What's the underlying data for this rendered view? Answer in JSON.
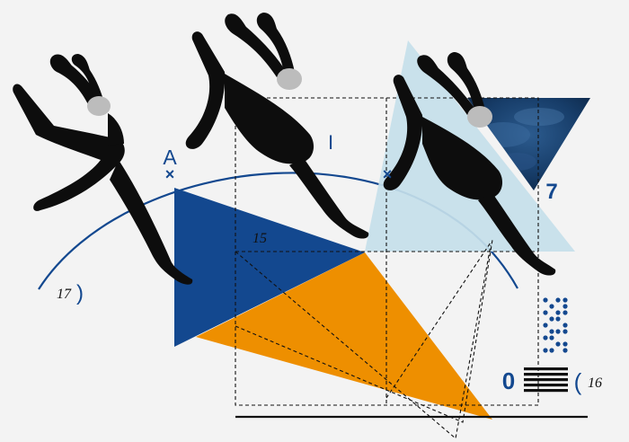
{
  "colors": {
    "background": "#f3f3f3",
    "blue": "#13488f",
    "light_blue": "#c5dfea",
    "orange": "#ee8f00",
    "ink": "#111111",
    "dancer": "#0d0d0d",
    "sky_dark": "#0f2a4c"
  },
  "labels": {
    "letter_a": "A",
    "letter_i": "I",
    "number_7": "7",
    "number_15": "15",
    "number_17": "17",
    "paren_close": ")",
    "number_0": "0",
    "paren_open": "(",
    "number_16": "16"
  },
  "markers": {
    "cross": "×"
  },
  "icons": {
    "barcode": "barcode-lines-icon",
    "dots": "dot-matrix-icon"
  },
  "figures": {
    "dancer_count": 3,
    "description_words": [
      "dancer"
    ]
  }
}
